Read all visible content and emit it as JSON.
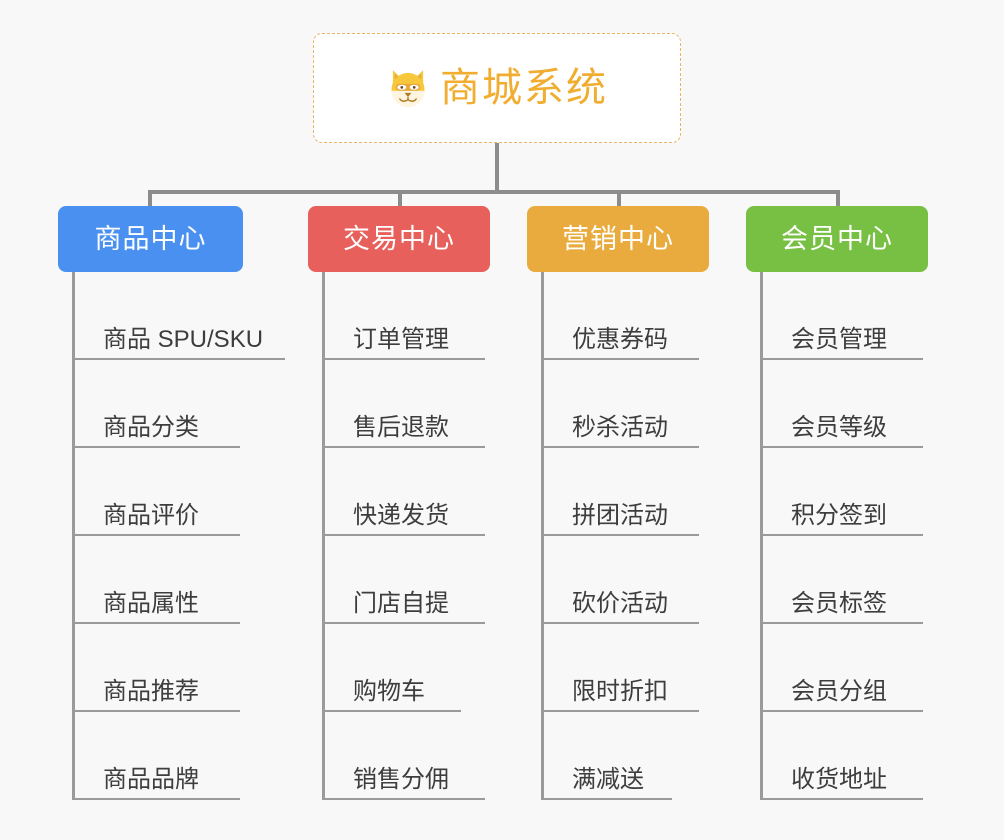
{
  "background_color": "#f8f8f8",
  "root": {
    "title": "商城系统",
    "icon": "dog-face-icon",
    "border_color": "#eab364",
    "text_color": "#f0ad30",
    "background": "#ffffff"
  },
  "connector_color": "#8c8c8c",
  "leaf_line_color": "#9a9a9a",
  "leaf_text_color": "#3d3d3d",
  "columns": [
    {
      "label": "商品中心",
      "color": "#4a90f0",
      "items": [
        "商品 SPU/SKU",
        "商品分类",
        "商品评价",
        "商品属性",
        "商品推荐",
        "商品品牌"
      ]
    },
    {
      "label": "交易中心",
      "color": "#e8605c",
      "items": [
        "订单管理",
        "售后退款",
        "快递发货",
        "门店自提",
        "购物车",
        "销售分佣"
      ]
    },
    {
      "label": "营销中心",
      "color": "#e9ab3e",
      "items": [
        "优惠券码",
        "秒杀活动",
        "拼团活动",
        "砍价活动",
        "限时折扣",
        "满减送"
      ]
    },
    {
      "label": "会员中心",
      "color": "#77c043",
      "items": [
        "会员管理",
        "会员等级",
        "积分签到",
        "会员标签",
        "会员分组",
        "收货地址"
      ]
    }
  ]
}
